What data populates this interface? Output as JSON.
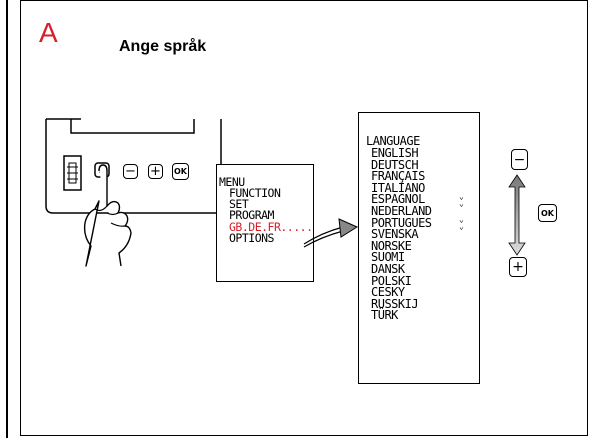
{
  "step": {
    "letter": "A",
    "title": "Ange språk",
    "letter_color": "#d81e2a"
  },
  "machine_buttons": {
    "minus_label": "−",
    "plus_label": "+",
    "ok_label": "OK"
  },
  "menu": {
    "title": "MENU",
    "items": [
      {
        "label": "FUNCTION",
        "active": false
      },
      {
        "label": "SET",
        "active": false
      },
      {
        "label": "PROGRAM",
        "active": false
      },
      {
        "label": "GB.DE.FR.....",
        "active": true
      },
      {
        "label": "OPTIONS",
        "active": false
      }
    ]
  },
  "language_menu": {
    "title": "LANGUAGE",
    "items": [
      "ENGLISH",
      "DEUTSCH",
      "FRANÇAIS",
      "ITALIANO",
      "ESPAGNOL",
      "NEDERLAND",
      "PORTUGUES",
      "SVENSKA",
      "NORSKE",
      "SUOMI",
      "DANSK",
      "POLSKI",
      "CESKY",
      "RUSSKIJ",
      "TÜRK"
    ]
  },
  "nav_keys": {
    "up": "−",
    "ok": "OK",
    "down": "+"
  },
  "colors": {
    "accent": "#d81e2a",
    "ink": "#000000"
  }
}
